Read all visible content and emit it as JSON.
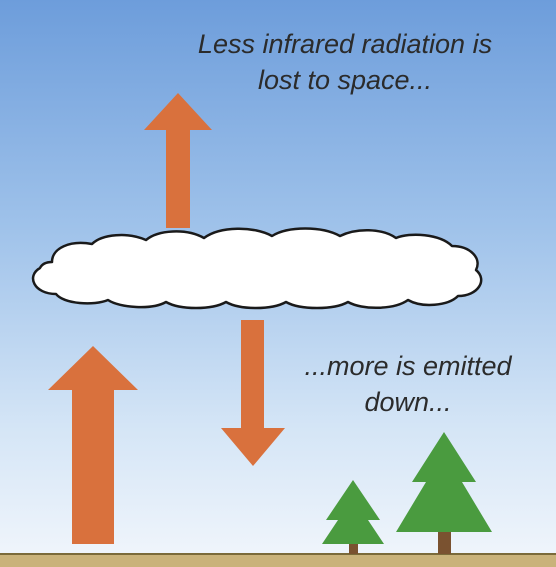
{
  "top_caption": {
    "line1": "Less infrared radiation is",
    "line2": "lost to space..."
  },
  "bottom_caption": {
    "line1": "...more is emitted",
    "line2": "down..."
  },
  "colors": {
    "sky_top": "#6d9ddb",
    "sky_bottom": "#eef4fb",
    "arrow": "#d9713d",
    "cloud_fill": "#ffffff",
    "cloud_outline": "#1a1a1a",
    "tree_foliage": "#4a9b3f",
    "tree_trunk": "#7a5230",
    "ground": "#c9b27a"
  },
  "icons": {
    "upward_arrow_small": "arrow-up-icon",
    "upward_arrow_large": "arrow-up-icon",
    "downward_arrow": "arrow-down-icon",
    "cloud": "cloud-icon",
    "tree": "pine-tree-icon"
  }
}
